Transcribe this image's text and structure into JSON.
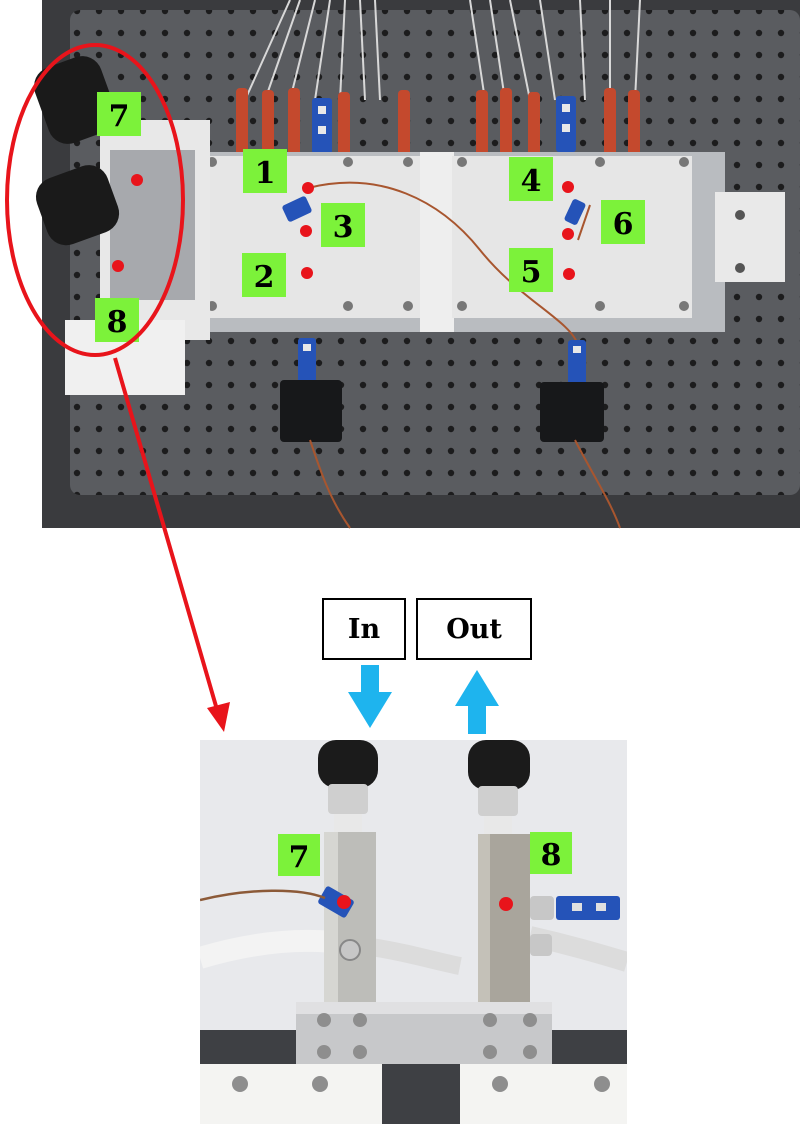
{
  "top_photo": {
    "sensor_labels": [
      "1",
      "2",
      "3",
      "4",
      "5",
      "6",
      "7",
      "8"
    ]
  },
  "bottom_photo": {
    "sensor_labels": [
      "7",
      "8"
    ]
  },
  "flow": {
    "in_label": "In",
    "out_label": "Out"
  },
  "colors": {
    "label_bg": "#7cf23a",
    "marker": "#e8141b",
    "callout": "#e8141b",
    "flow_arrow": "#1eb4ee",
    "heater_wire": "#c4492d",
    "connector": "#2553b8"
  }
}
